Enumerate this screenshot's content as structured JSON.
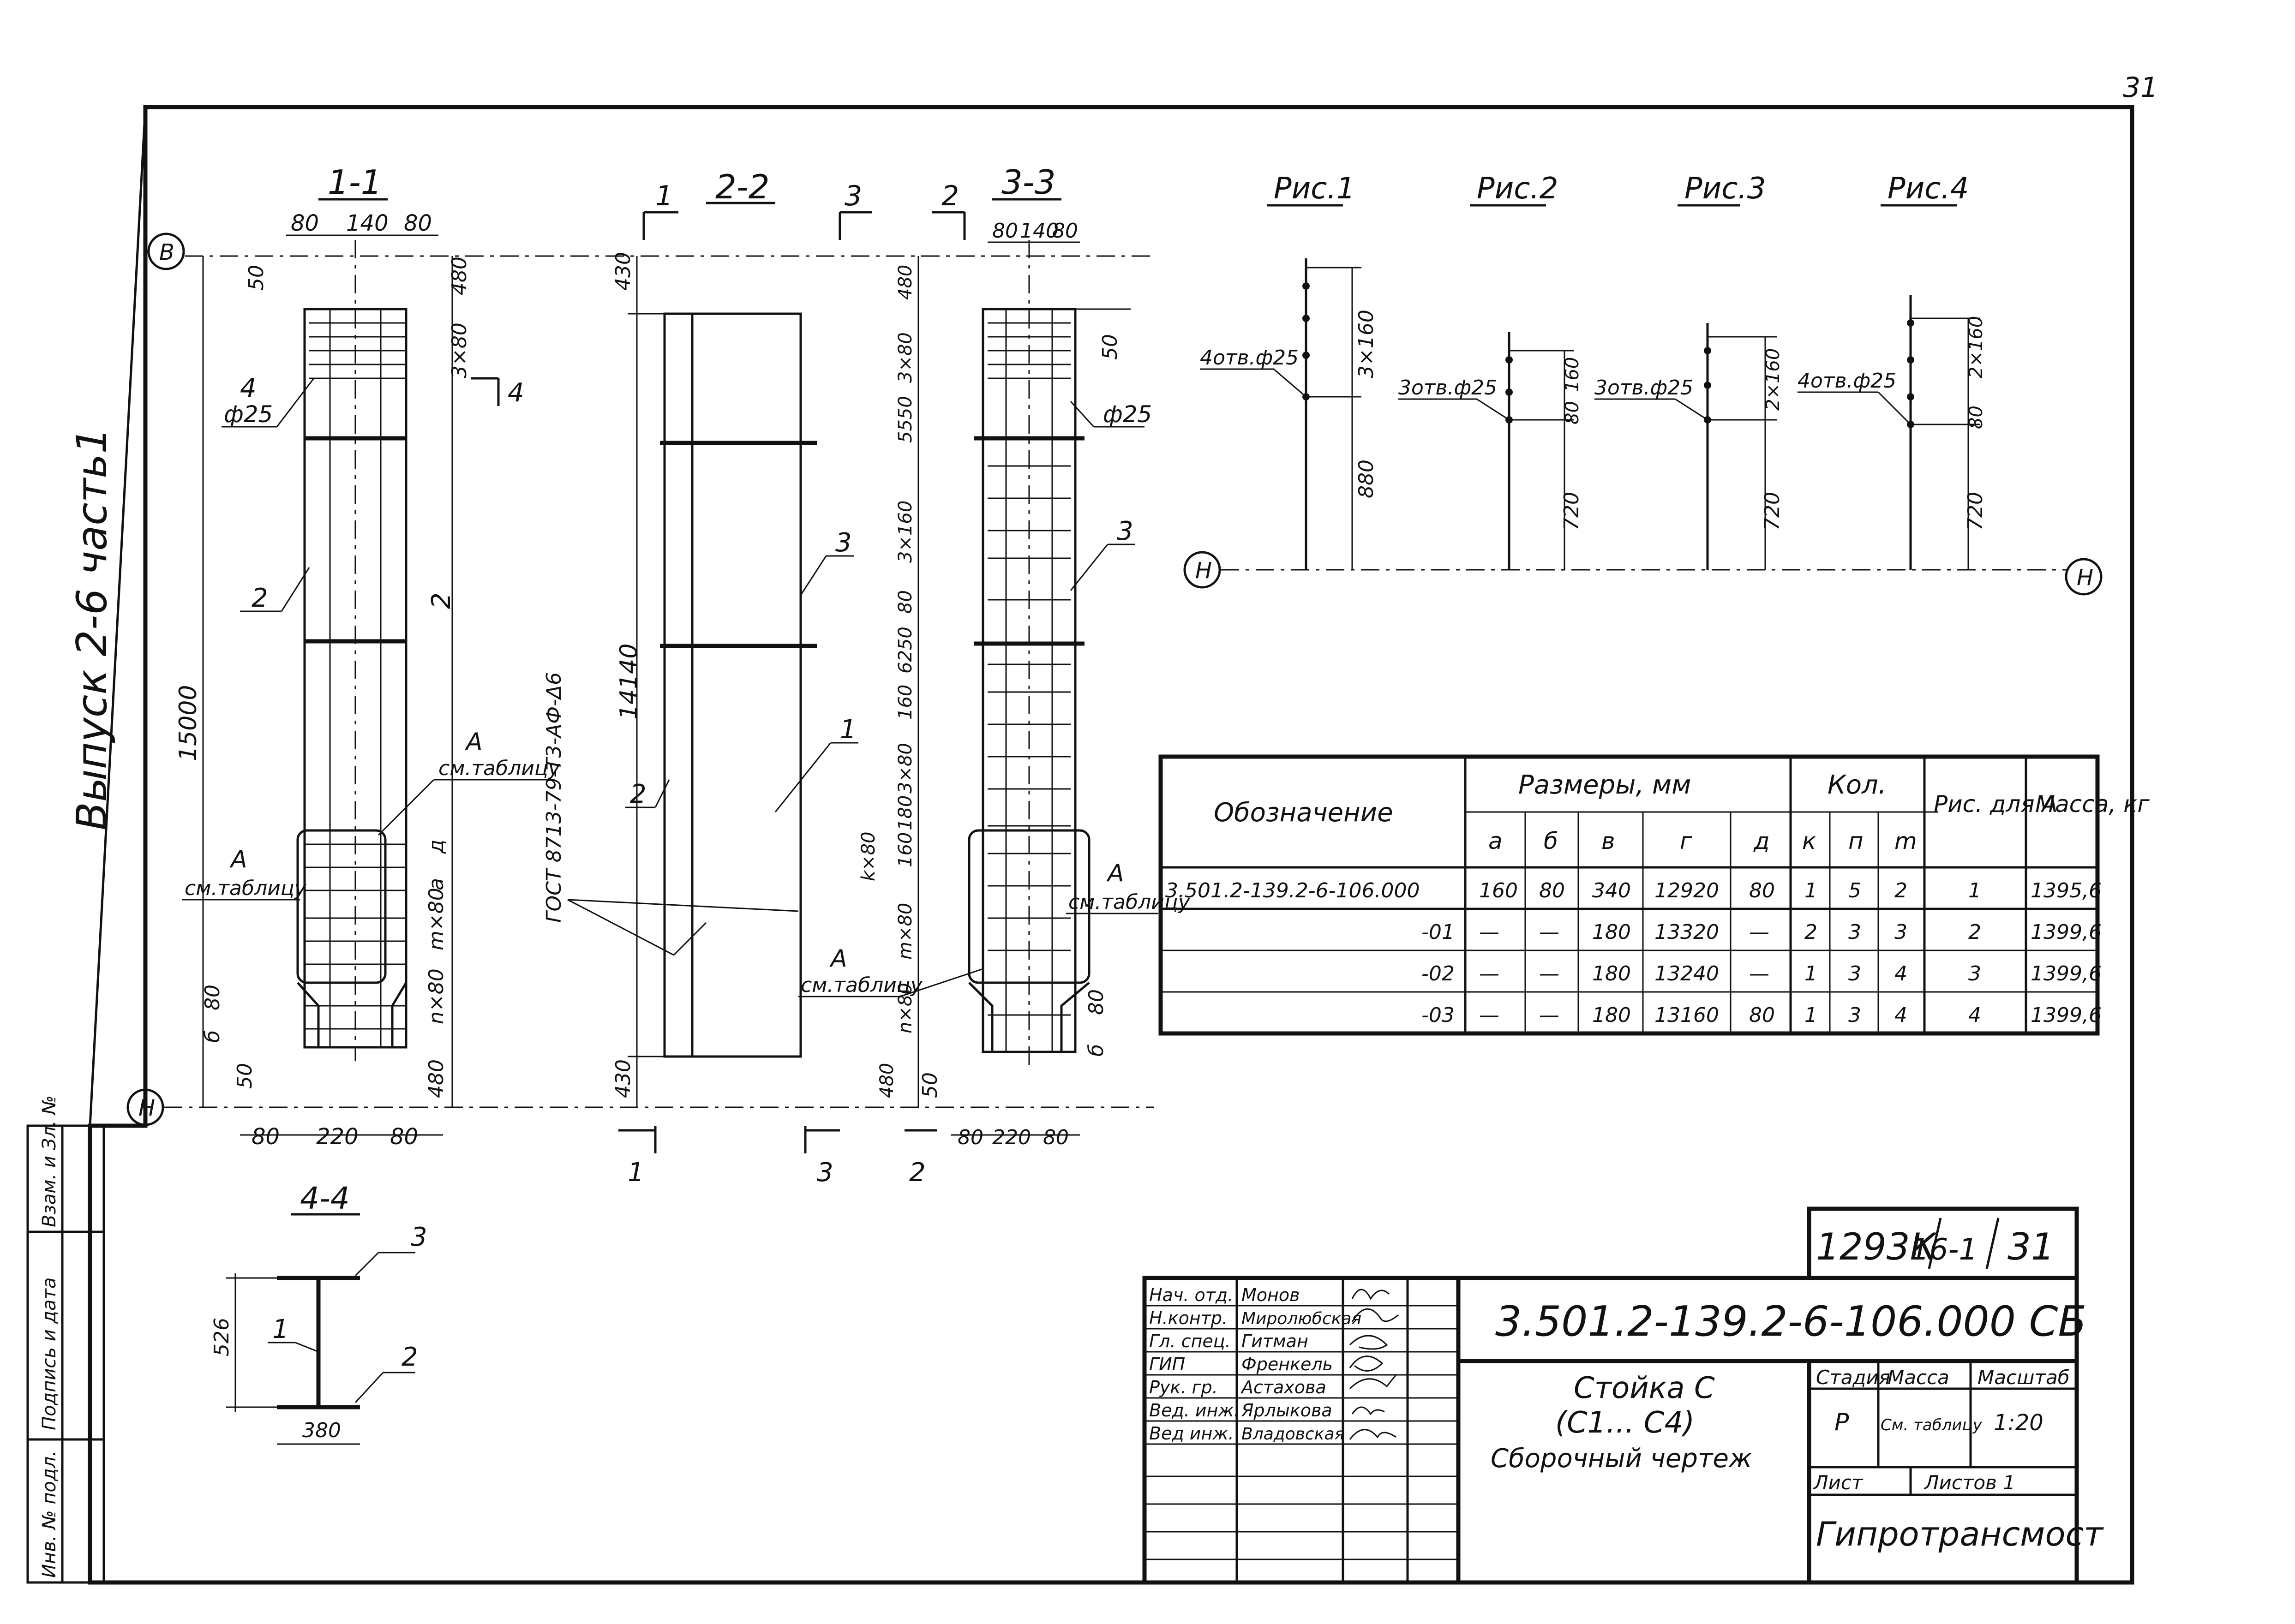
{
  "page_number": "31",
  "side_title": "Выпуск 2-6 часть1",
  "sections": {
    "s11": {
      "title": "1-1",
      "dims_top": [
        "80",
        "140",
        "80"
      ],
      "dims_bottom": [
        "80",
        "220",
        "80"
      ],
      "height": "15000",
      "top_dims": [
        "50",
        "480",
        "3×80"
      ],
      "bottom_dims": [
        "80",
        "б",
        "50",
        "480"
      ],
      "mid_dims": [
        "д",
        "а",
        "m×80",
        "n×80"
      ],
      "labels": [
        "4",
        "ф25",
        "2",
        "2",
        "А",
        "см.таблицу",
        "А",
        "см.таблицу",
        "4"
      ],
      "axis_top": "В",
      "axis_bottom": "Н"
    },
    "s22": {
      "title": "2-2",
      "cuts": [
        "1",
        "3"
      ],
      "height": "14140",
      "top_dim": "430",
      "bottom_dim": "430",
      "labels": [
        "3",
        "1",
        "2"
      ],
      "gost": "ГОСТ 8713-79-Т3-АФ-Δ6",
      "cuts_bottom": [
        "1",
        "3"
      ]
    },
    "s33": {
      "title": "3-3",
      "cut": "2",
      "dims_top": [
        "80",
        "140",
        "80"
      ],
      "dims_bottom": [
        "80",
        "220",
        "80"
      ],
      "left_dims": [
        "480",
        "3×80",
        "5550",
        "3×160",
        "80",
        "6250",
        "160",
        "3×80",
        "180",
        "160",
        "k×80",
        "m×80",
        "n×80",
        "480"
      ],
      "right_dims": [
        "50",
        "80",
        "б",
        "50"
      ],
      "labels": [
        "ф25",
        "3",
        "А",
        "см.таблицу",
        "А",
        "см.таблицу"
      ],
      "cut_bottom": "2"
    },
    "s44": {
      "title": "4-4",
      "height": "526",
      "width": "380",
      "labels": [
        "3",
        "1",
        "2"
      ]
    }
  },
  "figures": [
    {
      "title": "Рис.1",
      "holes": "4отв.ф25",
      "dims": [
        "3×160",
        "880"
      ]
    },
    {
      "title": "Рис.2",
      "holes": "3отв.ф25",
      "dims": [
        "160",
        "80",
        "720"
      ]
    },
    {
      "title": "Рис.3",
      "holes": "3отв.ф25",
      "dims": [
        "2×160",
        "720"
      ]
    },
    {
      "title": "Рис.4",
      "holes": "4отв.ф25",
      "dims": [
        "2×160",
        "80",
        "720"
      ]
    }
  ],
  "axis_line": {
    "left": "Н",
    "right": "Н"
  },
  "spec_table": {
    "headers": {
      "designation": "Обозначение",
      "sizes": "Размеры, мм",
      "qty": "Кол.",
      "fig": "Рис. для А",
      "mass": "Масса, кг"
    },
    "sub_headers": [
      "а",
      "б",
      "в",
      "г",
      "д",
      "к",
      "п",
      "m"
    ],
    "rows": [
      [
        "3.501.2-139.2-6-106.000",
        "160",
        "80",
        "340",
        "12920",
        "80",
        "1",
        "5",
        "2",
        "1",
        "1395,6"
      ],
      [
        "-01",
        "—",
        "—",
        "180",
        "13320",
        "—",
        "2",
        "3",
        "3",
        "2",
        "1399,6"
      ],
      [
        "-02",
        "—",
        "—",
        "180",
        "13240",
        "—",
        "1",
        "3",
        "4",
        "3",
        "1399,6"
      ],
      [
        "-03",
        "—",
        "—",
        "180",
        "13160",
        "80",
        "1",
        "3",
        "4",
        "4",
        "1399,6"
      ]
    ]
  },
  "stamp": {
    "album": "1293К",
    "part": "16-1",
    "sheet_no": "31",
    "doc_code": "3.501.2-139.2-6-106.000 СБ",
    "roles": [
      "Нач. отд.",
      "Н.контр.",
      "Гл. спец.",
      "ГИП",
      "Рук. гр.",
      "Вед. инж.",
      "Вед инж."
    ],
    "names": [
      "Монов",
      "Миролюбская",
      "Гитман",
      "Френкель",
      "Астахова",
      "Ярлыкова",
      "Владовская"
    ],
    "title_lines": [
      "Стойка С",
      "(С1... С4)",
      "Сборочный    чертеж"
    ],
    "col_headers": [
      "Стадия",
      "Масса",
      "Масштаб"
    ],
    "stage": "Р",
    "mass": "См. таблицу",
    "scale": "1:20",
    "sheet_label": "Лист",
    "sheets_label": "Листов  1",
    "org": "Гипротрансмост"
  },
  "left_strip": [
    "Взам. и Зл. №",
    "Подпись и дата",
    "Инв. № подл."
  ]
}
